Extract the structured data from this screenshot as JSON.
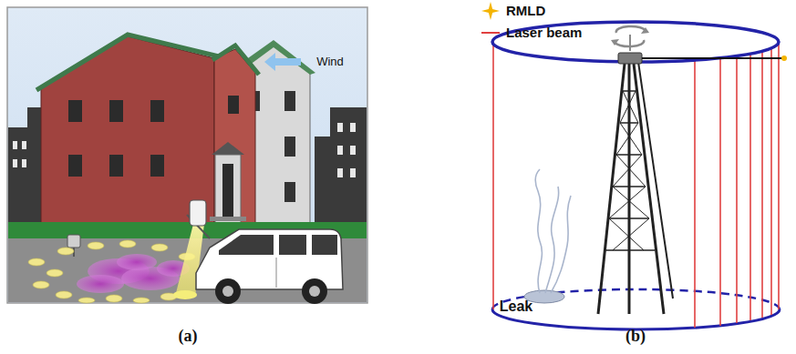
{
  "diagram": {
    "labels": [
      "Wind",
      "Leak",
      "(a)",
      "(b)"
    ],
    "legend": [
      {
        "text": "RMLD"
      },
      {
        "text": "Laser beam"
      }
    ]
  }
}
